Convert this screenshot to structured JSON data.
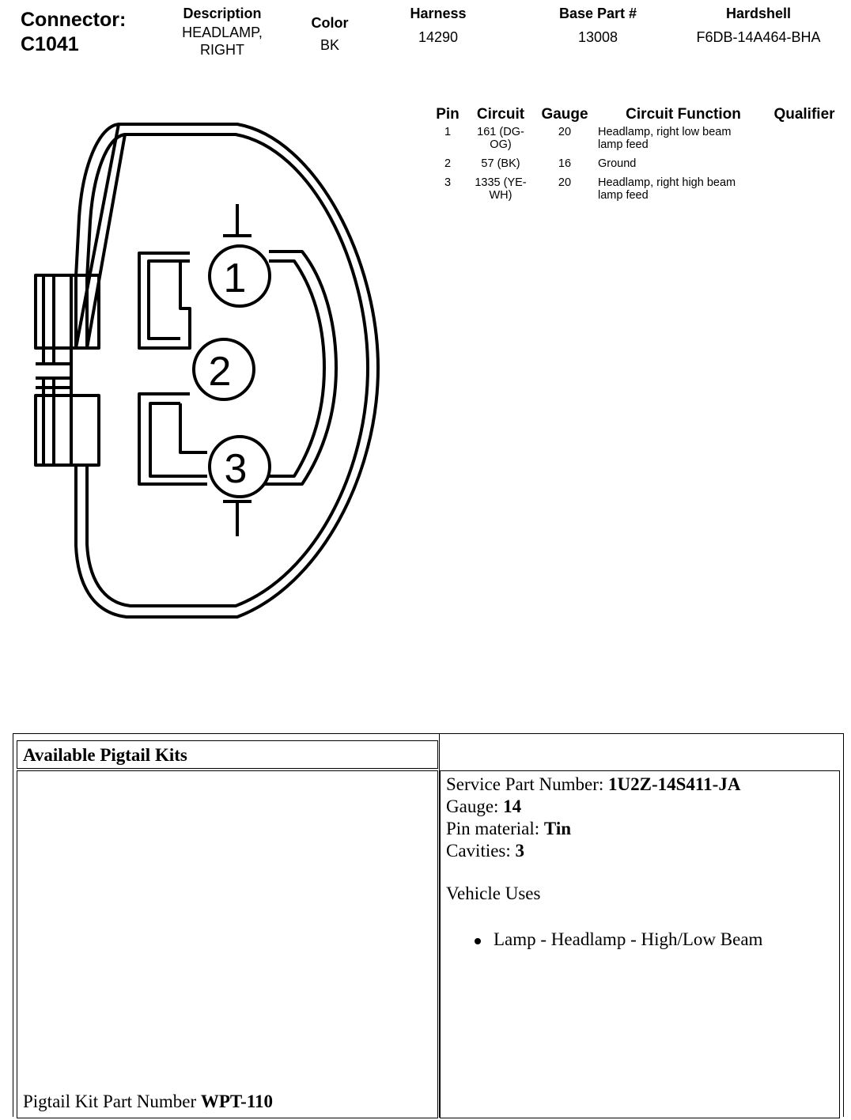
{
  "connector": {
    "label_line1": "Connector:",
    "label_line2": "C1041",
    "description_header": "Description",
    "description_line1": "HEADLAMP,",
    "description_line2": "RIGHT",
    "color_header": "Color",
    "color_value": "BK",
    "harness_header": "Harness",
    "harness_value": "14290",
    "base_part_header": "Base Part #",
    "base_part_value": "13008",
    "hardshell_header": "Hardshell",
    "hardshell_value": "F6DB-14A464-BHA"
  },
  "pin_table": {
    "headers": [
      "Pin",
      "Circuit",
      "Gauge",
      "Circuit Function",
      "Qualifier"
    ],
    "rows": [
      {
        "pin": "1",
        "circuit_line1": "161 (DG-",
        "circuit_line2": "OG)",
        "gauge": "20",
        "function_line1": "Headlamp, right low beam",
        "function_line2": "lamp feed",
        "qualifier": ""
      },
      {
        "pin": "2",
        "circuit_line1": "57 (BK)",
        "circuit_line2": "",
        "gauge": "16",
        "function_line1": "Ground",
        "function_line2": "",
        "qualifier": ""
      },
      {
        "pin": "3",
        "circuit_line1": "1335 (YE-",
        "circuit_line2": "WH)",
        "gauge": "20",
        "function_line1": "Headlamp, right high beam",
        "function_line2": "lamp feed",
        "qualifier": ""
      }
    ]
  },
  "diagram": {
    "cavity_labels": [
      "1",
      "2",
      "3"
    ]
  },
  "pigtail": {
    "title": "Available Pigtail Kits",
    "service_part_label": "Service Part Number: ",
    "service_part_value": "1U2Z-14S411-JA",
    "gauge_label": "Gauge: ",
    "gauge_value": "14",
    "pin_material_label": "Pin material: ",
    "pin_material_value": "Tin",
    "cavities_label": "Cavities: ",
    "cavities_value": "3",
    "vehicle_uses_title": "Vehicle Uses",
    "vehicle_uses": [
      "Lamp - Headlamp - High/Low Beam"
    ],
    "kit_number_label": "Pigtail Kit Part Number ",
    "kit_number_value": "WPT-110"
  }
}
